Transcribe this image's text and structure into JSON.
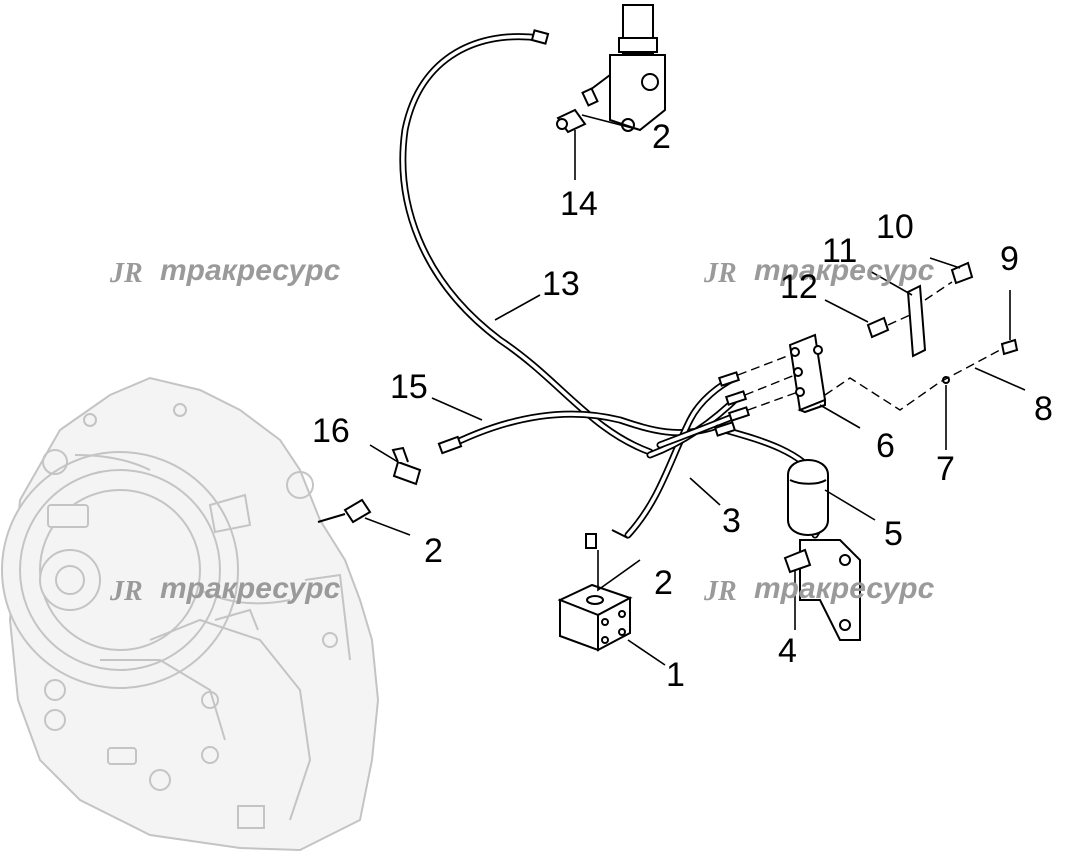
{
  "watermark": {
    "logo": "JR",
    "text": "тракресурс"
  },
  "callouts": [
    "1",
    "2",
    "2",
    "2",
    "2",
    "3",
    "4",
    "5",
    "6",
    "7",
    "8",
    "9",
    "10",
    "11",
    "12",
    "13",
    "14",
    "15",
    "16"
  ]
}
